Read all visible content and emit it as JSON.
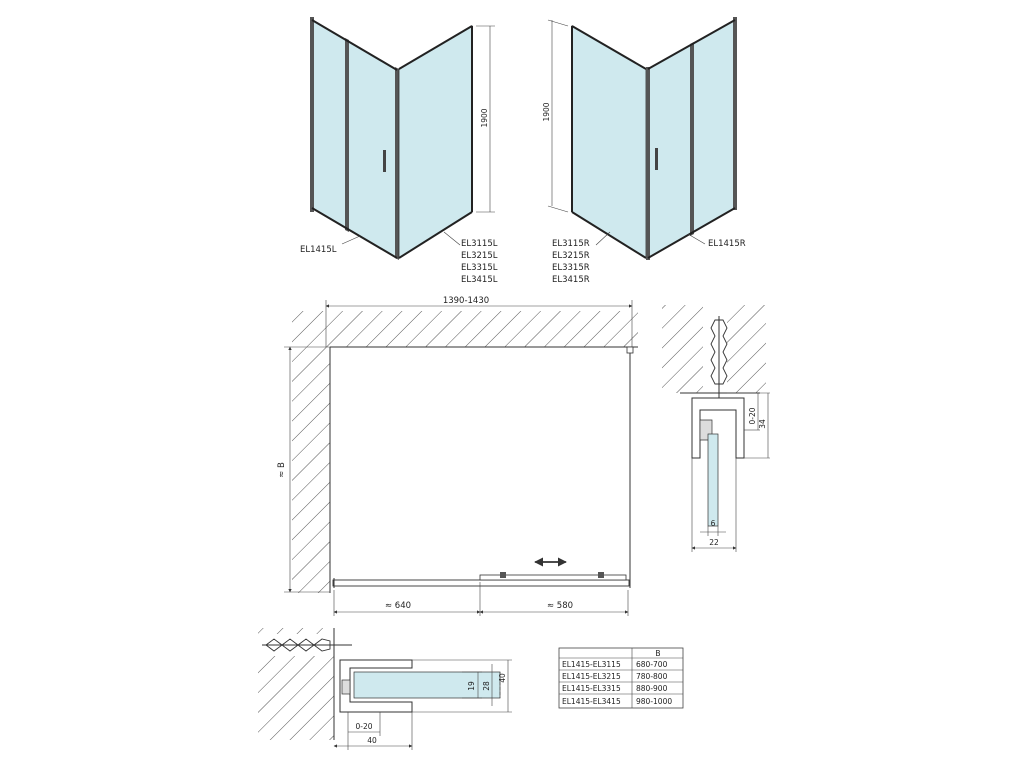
{
  "left_view": {
    "pointer_label": "EL1415L",
    "side_labels": [
      "EL3115L",
      "EL3215L",
      "EL3315L",
      "EL3415L"
    ],
    "height_label": "1900"
  },
  "right_view": {
    "pointer_label": "EL1415R",
    "side_labels": [
      "EL3115R",
      "EL3215R",
      "EL3315R",
      "EL3415R"
    ],
    "height_label": "1900"
  },
  "plan": {
    "width_label": "1390-1430",
    "depth_label": "≈ B",
    "door_left_label": "≈ 640",
    "door_right_label": "≈ 580"
  },
  "top_detail": {
    "adjust_label": "0-20",
    "depth_label": "34",
    "glass_label": "6",
    "width_label": "22"
  },
  "bottom_detail": {
    "adjust_label": "0-20",
    "width_label": "40",
    "dim_19": "19",
    "dim_28": "28",
    "dim_40": "40"
  },
  "size_table": {
    "header": [
      "",
      "B"
    ],
    "rows": [
      [
        "EL1415-EL3115",
        "680-700"
      ],
      [
        "EL1415-EL3215",
        "780-800"
      ],
      [
        "EL1415-EL3315",
        "880-900"
      ],
      [
        "EL1415-EL3415",
        "980-1000"
      ]
    ]
  },
  "colors": {
    "glass": "#cfe9ee",
    "line": "#333333"
  }
}
